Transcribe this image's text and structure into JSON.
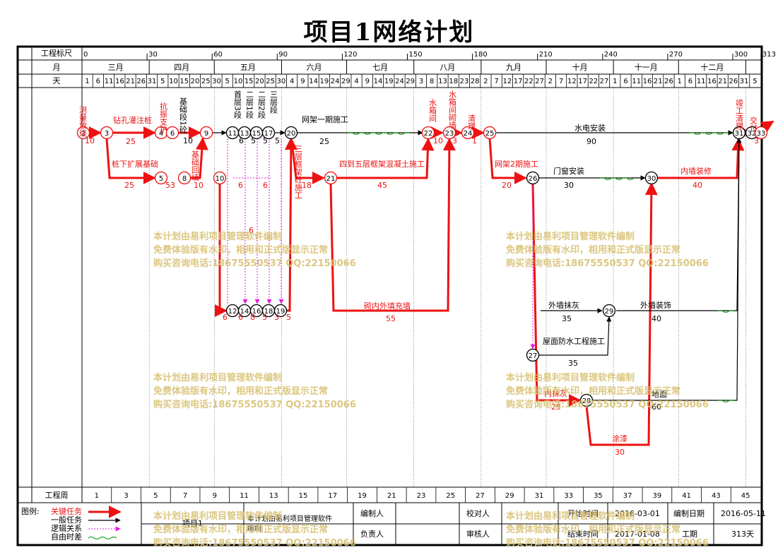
{
  "title": "项目1网络计划",
  "header": {
    "ruler_label": "工程标尺",
    "month_label": "月",
    "day_label": "天",
    "week_label": "工程周",
    "ruler_ticks": [
      "0",
      "30",
      "60",
      "90",
      "120",
      "150",
      "180",
      "210",
      "240",
      "270",
      "300",
      "313"
    ],
    "months": [
      "三月",
      "四月",
      "五月",
      "六月",
      "七月",
      "八月",
      "九月",
      "十月",
      "十一月",
      "十二月"
    ],
    "days": [
      "1",
      "6",
      "11",
      "16",
      "21",
      "26",
      "31",
      "5",
      "10",
      "15",
      "20",
      "25",
      "30",
      "5",
      "10",
      "15",
      "20",
      "25",
      "30",
      "4",
      "9",
      "14",
      "19",
      "24",
      "29",
      "4",
      "9",
      "14",
      "19",
      "24",
      "29",
      "3",
      "8",
      "13",
      "18",
      "23",
      "28",
      "2",
      "7",
      "12",
      "17",
      "22",
      "27",
      "2",
      "7",
      "12",
      "17",
      "22",
      "27",
      "1",
      "6",
      "11",
      "16",
      "21",
      "26",
      "1",
      "6",
      "11",
      "16",
      "21",
      "26",
      "31",
      "5"
    ],
    "weeks": [
      "1",
      "3",
      "5",
      "7",
      "9",
      "11",
      "13",
      "15",
      "17",
      "19",
      "21",
      "23",
      "25",
      "27",
      "29",
      "31",
      "33",
      "35",
      "37",
      "39",
      "41",
      "43",
      "45"
    ]
  },
  "nodes": [
    "2",
    "3",
    "4",
    "6",
    "5",
    "8",
    "9",
    "10",
    "11",
    "12",
    "13",
    "14",
    "15",
    "16",
    "17",
    "18",
    "19",
    "20",
    "21",
    "22",
    "23",
    "24",
    "25",
    "26",
    "27",
    "28",
    "29",
    "30",
    "31",
    "32",
    "33"
  ],
  "tasks": {
    "survey": "测量放线",
    "survey_d": "10",
    "drill": "钻孔灌注桩",
    "drill_d": "25",
    "pile_expand": "桩下扩展基础",
    "pile_expand_d": "25",
    "retain": "抗振支护",
    "retain_d": "53",
    "base": "基础段1砼",
    "base_d": "10",
    "backfill": "基础回填",
    "backfill_d": "10",
    "floor1": "首层3段",
    "floor2a": "二层1段",
    "floor2b": "二层2段",
    "floor3": "三层段",
    "frame3": "三层框架砼施工",
    "frame3_d": "18",
    "frame45": "四到五层框架混凝土施工",
    "frame45_d": "45",
    "net1": "网架一期施工",
    "net1_d": "25",
    "wall_fill": "砌内外填充墙",
    "wall_fill_d": "55",
    "water_box": "水箱间",
    "water_box_d": "10",
    "water_wall": "水箱间砌墙",
    "water_wall_d": "3",
    "clean": "清理",
    "clean_d": "1",
    "hydro": "水电安装",
    "hydro_d": "90",
    "net2": "网架2期施工",
    "net2_d": "20",
    "doors": "门窗安装",
    "doors_d": "30",
    "interior": "内墙装修",
    "interior_d": "40",
    "ext_plaster": "外墙抹灰",
    "ext_plaster_d": "35",
    "ext_deco": "外墙装饰",
    "ext_deco_d": "40",
    "roof": "屋面防水工程施工",
    "roof_d": "35",
    "int_plaster": "内抹灰",
    "int_plaster_d": "25",
    "paint": "涂漆",
    "paint_d": "30",
    "ground": "地面",
    "ground_d": "60",
    "complete": "竣工清理",
    "complete_d": "3",
    "handover": "交付",
    "dur6": "6",
    "dur5": "5",
    "dur3": "3",
    "dur8": "8"
  },
  "watermark": {
    "line1": "本计划由易利项目管理软件编制",
    "line2": "免费体验版有水印，相用和正式版显示正常",
    "line3": "购买咨询电话:18675550537 QQ:22150066"
  },
  "legend": {
    "label": "图例:",
    "key_task": "关键任务",
    "normal_task": "一般任务",
    "logic": "逻辑关系",
    "free_float": "自由时差"
  },
  "footer": {
    "project_label": "项目1",
    "software": "本计划由易利项目管理软件",
    "compile": "编制",
    "editor_label": "编制人",
    "owner_label": "负责人",
    "checker_label": "校对人",
    "reviewer_label": "审核人",
    "start_label": "开始时间",
    "start_value": "2016-03-01",
    "end_label": "结束时间",
    "end_value": "2017-01-08",
    "date_label": "编制日期",
    "date_value": "2016-05-11",
    "duration_label": "工期",
    "duration_value": "313天"
  },
  "colors": {
    "critical": "#ee1111",
    "normal": "#000000",
    "logic": "#e01be0",
    "float": "#22aa22",
    "watermark": "#d8c173"
  }
}
